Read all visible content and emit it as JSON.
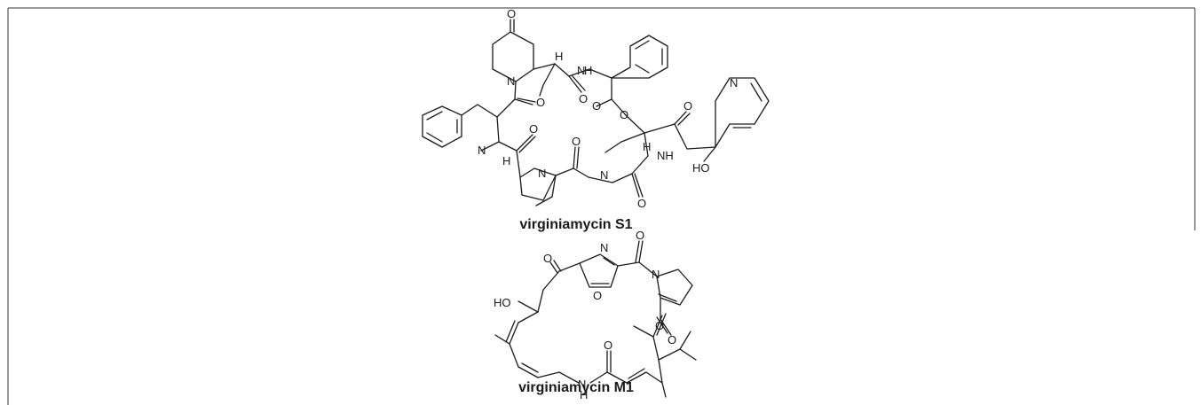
{
  "figure": {
    "border_color": "#333333",
    "compounds": [
      {
        "caption": "virginiamycin S1",
        "atom_labels": [
          "O",
          "H",
          "N",
          "H",
          "N",
          "O",
          "O",
          "O",
          "O",
          "O",
          "N",
          "N",
          "N",
          "H",
          "O",
          "O",
          "N",
          "NH",
          "HO",
          "H",
          "O"
        ]
      },
      {
        "caption": "virginiamycin M1",
        "atom_labels": [
          "O",
          "N",
          "O",
          "O",
          "N",
          "HO",
          "O",
          "O",
          "N",
          "H",
          "O"
        ]
      }
    ]
  }
}
